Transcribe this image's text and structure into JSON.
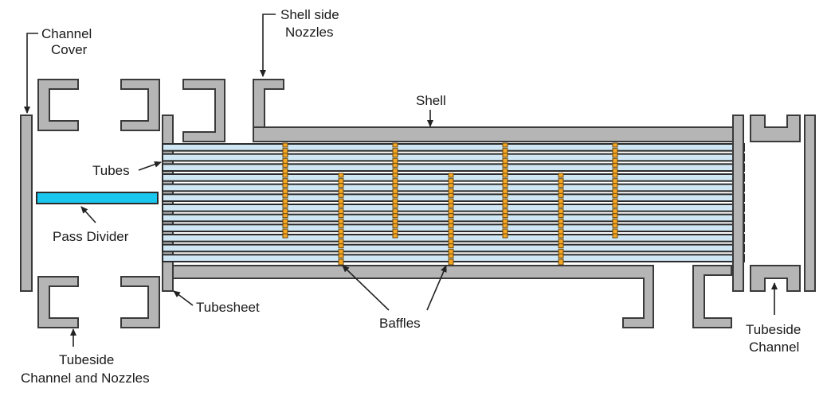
{
  "labels": {
    "channel_cover_1": "Channel",
    "channel_cover_2": "Cover",
    "shell_nozzles_1": "Shell side",
    "shell_nozzles_2": "Nozzles",
    "shell": "Shell",
    "tubes": "Tubes",
    "pass_divider": "Pass Divider",
    "tubesheet": "Tubesheet",
    "baffles": "Baffles",
    "tubeside_nozzles_1": "Tubeside",
    "tubeside_nozzles_2": "Channel and Nozzles",
    "tubeside_channel_1": "Tubeside",
    "tubeside_channel_2": "Channel"
  },
  "colors": {
    "metal": "#b5b5b5",
    "tube": "#cfe7f4",
    "pass_divider": "#19c6ee",
    "baffle": "#f5a623"
  }
}
